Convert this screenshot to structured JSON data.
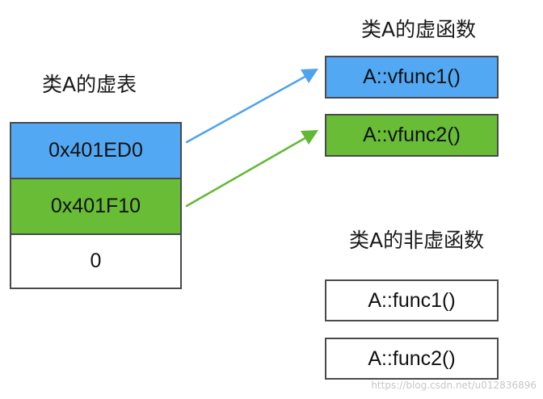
{
  "vtable": {
    "title": "类A的虚表",
    "entries": [
      {
        "text": "0x401ED0",
        "color": "#52a8f3"
      },
      {
        "text": "0x401F10",
        "color": "#68bc36"
      },
      {
        "text": "0",
        "color": "#ffffff"
      }
    ]
  },
  "virtual_functions": {
    "title": "类A的虚函数",
    "items": [
      {
        "text": "A::vfunc1()",
        "color": "#52a8f3"
      },
      {
        "text": "A::vfunc2()",
        "color": "#68bc36"
      }
    ]
  },
  "nonvirtual_functions": {
    "title": "类A的非虚函数",
    "items": [
      {
        "text": "A::func1()"
      },
      {
        "text": "A::func2()"
      }
    ]
  },
  "arrows": [
    {
      "from": "0x401ED0",
      "to": "A::vfunc1()",
      "color": "#4fa2ec"
    },
    {
      "from": "0x401F10",
      "to": "A::vfunc2()",
      "color": "#62b834"
    }
  ],
  "watermark": "https://blog.csdn.net/u012836896"
}
